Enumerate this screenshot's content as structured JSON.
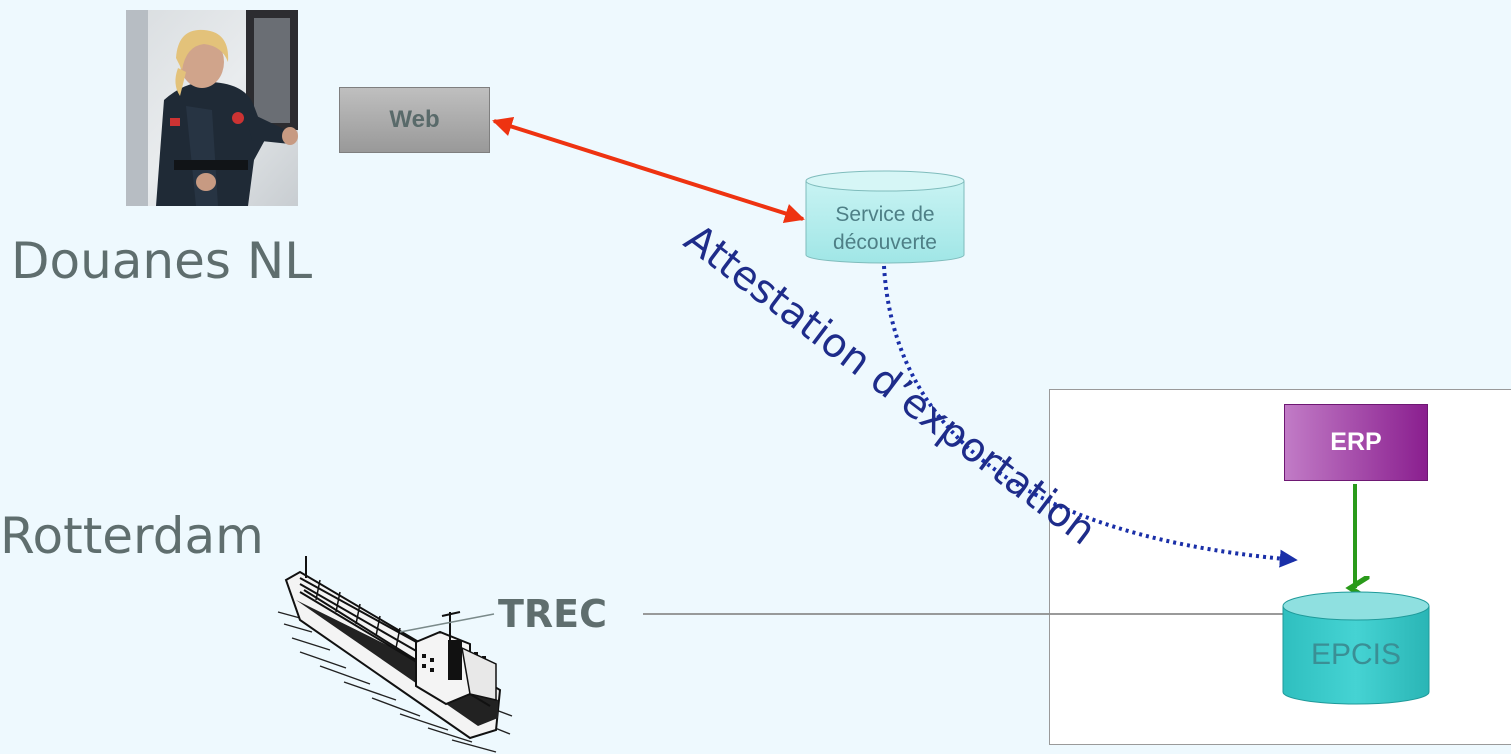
{
  "labels": {
    "customs": "Douanes NL",
    "port": "Rotterdam",
    "web": "Web",
    "discovery_line1": "Service de",
    "discovery_line2": "découverte",
    "export_attestation": "Attestation d’exportation",
    "erp": "ERP",
    "epcis": "EPCIS",
    "trec": "TREC"
  },
  "colors": {
    "background": "#eef9fe",
    "web_to_discovery_arrow": "#ee3311",
    "discovery_to_epcis_dotted": "#1a2fa8",
    "erp_to_epcis_arrow": "#2a9a1a",
    "trec_to_epcis_line": "#8c8c8c",
    "export_text": "#1e2c8a",
    "db_fill": "#33c9c9",
    "discovery_fill": "#a9ecec",
    "erp_fill": "#8a1f8f",
    "web_fill": "#a8a8a8"
  },
  "icons": {
    "officer": "customs-officer-photo",
    "ship": "container-ship-illustration"
  }
}
